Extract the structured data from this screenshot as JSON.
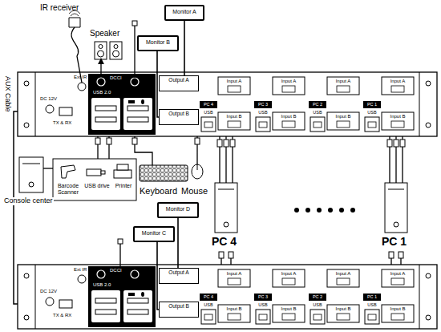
{
  "diagram": {
    "nodes": [
      {
        "text": [
          "Monitor A"
        ]
      },
      {
        "text": [
          "Monitor B"
        ]
      },
      {
        "text": [
          "Output A"
        ]
      },
      {
        "text": [
          "Output B"
        ]
      },
      {
        "text": [
          "Monitor D"
        ]
      },
      {
        "text": [
          "Monitor C"
        ]
      },
      {
        "text": [
          "Output A"
        ]
      },
      {
        "text": [
          "Output B"
        ]
      }
    ],
    "edges": [
      {
        "from": 0,
        "to": 2,
        "arrow": "none"
      },
      {
        "from": 1,
        "to": 3,
        "arrow": "none"
      },
      {
        "from": 4,
        "to": 6,
        "arrow": "none"
      },
      {
        "from": 5,
        "to": 7,
        "arrow": "none"
      }
    ],
    "labels": [
      "IR receiver",
      "Speaker",
      "AUX Cable",
      "Ext IR",
      "DCCI",
      "USB 2.0",
      "DC 12V",
      "TX & RX",
      "PC 4",
      "USB",
      "Input A",
      "Input B",
      "PC 3",
      "USB",
      "Input A",
      "Input B",
      "PC 2",
      "USB",
      "Input A",
      "Input B",
      "PC 1",
      "USB",
      "Input A",
      "Input B",
      "Barcode Scanner",
      "USB drive",
      "Printer",
      "Keyboard",
      "Mouse",
      "Console center",
      "PC 4",
      "PC 1",
      "Ext IR",
      "DCCI",
      "USB 2.0",
      "DC 12V",
      "TX & RX",
      "PC 4",
      "USB",
      "Input A",
      "Input B",
      "PC 3",
      "USB",
      "Input A",
      "Input B",
      "PC 2",
      "USB",
      "Input A",
      "Input B",
      "PC 1",
      "USB",
      "Input A",
      "Input B"
    ]
  }
}
